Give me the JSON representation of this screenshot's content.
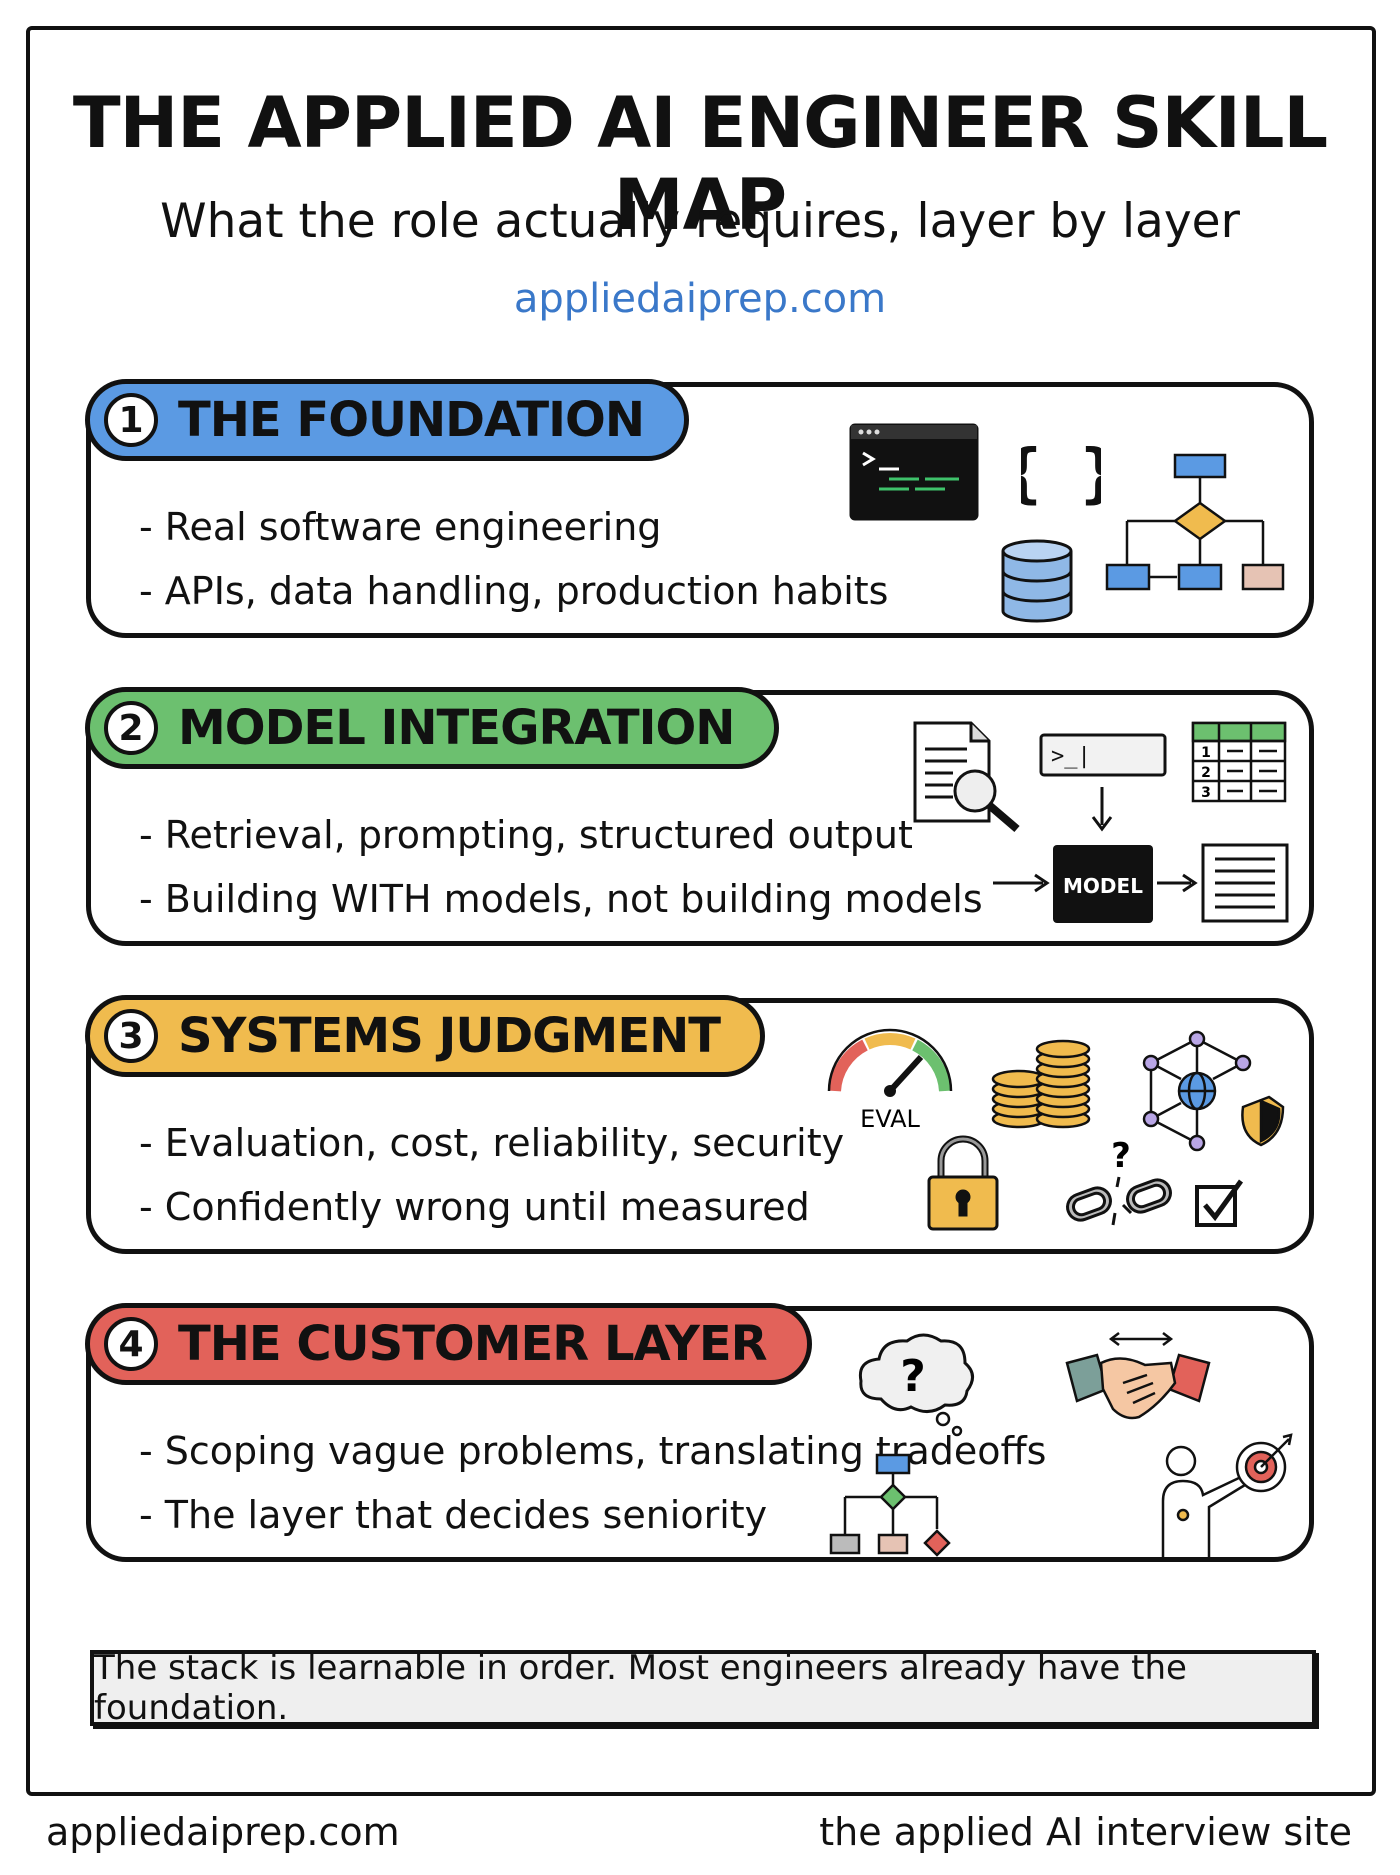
{
  "header": {
    "title": "THE APPLIED AI ENGINEER SKILL MAP",
    "subtitle": "What the role actually requires, layer by layer",
    "site": "appliedaiprep.com"
  },
  "layers": [
    {
      "number": "1",
      "title": "THE FOUNDATION",
      "color": "#5b9ae3",
      "bullets": [
        "- Real software engineering",
        "- APIs, data handling, production habits"
      ],
      "icons": [
        "terminal-icon",
        "curly-braces-icon",
        "database-icon",
        "flowchart-icon"
      ]
    },
    {
      "number": "2",
      "title": "MODEL INTEGRATION",
      "color": "#6cc06f",
      "bullets": [
        "- Retrieval, prompting, structured output",
        "- Building WITH models, not building models"
      ],
      "icons": [
        "document-search-icon",
        "prompt-input-icon",
        "table-icon",
        "model-box-icon",
        "output-document-icon"
      ],
      "model_label": "MODEL",
      "prompt_text": ">_|",
      "table_rows": [
        "1",
        "2",
        "3"
      ]
    },
    {
      "number": "3",
      "title": "SYSTEMS JUDGMENT",
      "color": "#f0bb4e",
      "bullets": [
        "- Evaluation, cost, reliability, security",
        "- Confidently wrong until measured"
      ],
      "icons": [
        "eval-gauge-icon",
        "coins-icon",
        "network-shield-icon",
        "padlock-icon",
        "broken-chain-icon",
        "checkbox-icon"
      ],
      "eval_label": "EVAL",
      "question_mark": "?"
    },
    {
      "number": "4",
      "title": "THE CUSTOMER LAYER",
      "color": "#e2625a",
      "bullets": [
        "- Scoping vague problems, translating tradeoffs",
        "- The layer that decides seniority"
      ],
      "icons": [
        "thought-bubble-question-icon",
        "handshake-icon",
        "decision-flowchart-icon",
        "person-target-icon"
      ],
      "question_mark": "?"
    }
  ],
  "footer": {
    "note": "The stack is learnable in order. Most engineers already have the foundation.",
    "left": "appliedaiprep.com",
    "right": "the applied AI interview site"
  }
}
